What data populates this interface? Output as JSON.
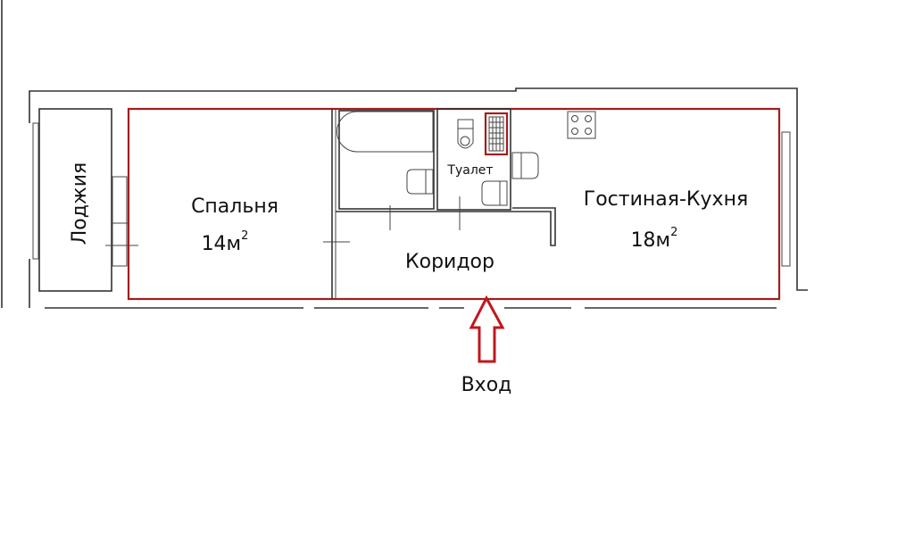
{
  "rooms": {
    "loggia": {
      "label": "Лоджия"
    },
    "bedroom": {
      "label": "Спальня",
      "area_num": "14м",
      "area_sup": "2"
    },
    "toilet": {
      "label": "Туалет"
    },
    "living_kitchen": {
      "label": "Гостиная-Кухня",
      "area_num": "18м",
      "area_sup": "2"
    },
    "corridor": {
      "label": "Коридор"
    }
  },
  "entrance": {
    "label": "Вход"
  },
  "colors": {
    "highlight": "#a31d1d",
    "walls": "#333333"
  }
}
